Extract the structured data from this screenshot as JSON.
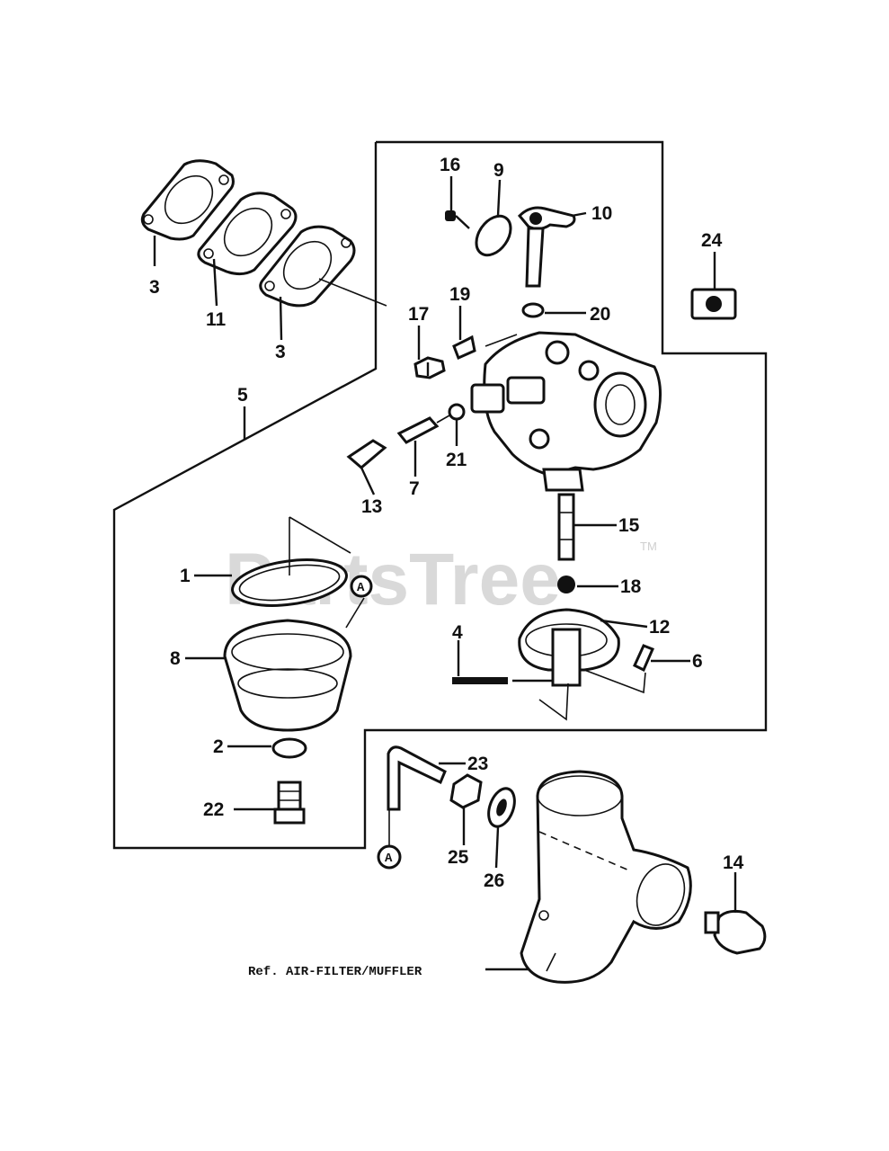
{
  "watermark": {
    "text": "PartsTree",
    "tm": "TM"
  },
  "reference_label": "Ref. AIR-FILTER/MUFFLER",
  "marker_letter": "A",
  "callouts": [
    {
      "id": "3a",
      "label": "3"
    },
    {
      "id": "11",
      "label": "11"
    },
    {
      "id": "3b",
      "label": "3"
    },
    {
      "id": "5",
      "label": "5"
    },
    {
      "id": "16",
      "label": "16"
    },
    {
      "id": "9",
      "label": "9"
    },
    {
      "id": "10",
      "label": "10"
    },
    {
      "id": "24",
      "label": "24"
    },
    {
      "id": "19",
      "label": "19"
    },
    {
      "id": "17",
      "label": "17"
    },
    {
      "id": "20",
      "label": "20"
    },
    {
      "id": "21",
      "label": "21"
    },
    {
      "id": "7",
      "label": "7"
    },
    {
      "id": "13",
      "label": "13"
    },
    {
      "id": "15",
      "label": "15"
    },
    {
      "id": "1",
      "label": "1"
    },
    {
      "id": "18",
      "label": "18"
    },
    {
      "id": "12",
      "label": "12"
    },
    {
      "id": "4",
      "label": "4"
    },
    {
      "id": "6",
      "label": "6"
    },
    {
      "id": "8",
      "label": "8"
    },
    {
      "id": "2",
      "label": "2"
    },
    {
      "id": "23",
      "label": "23"
    },
    {
      "id": "22",
      "label": "22"
    },
    {
      "id": "25",
      "label": "25"
    },
    {
      "id": "26",
      "label": "26"
    },
    {
      "id": "14",
      "label": "14"
    }
  ]
}
